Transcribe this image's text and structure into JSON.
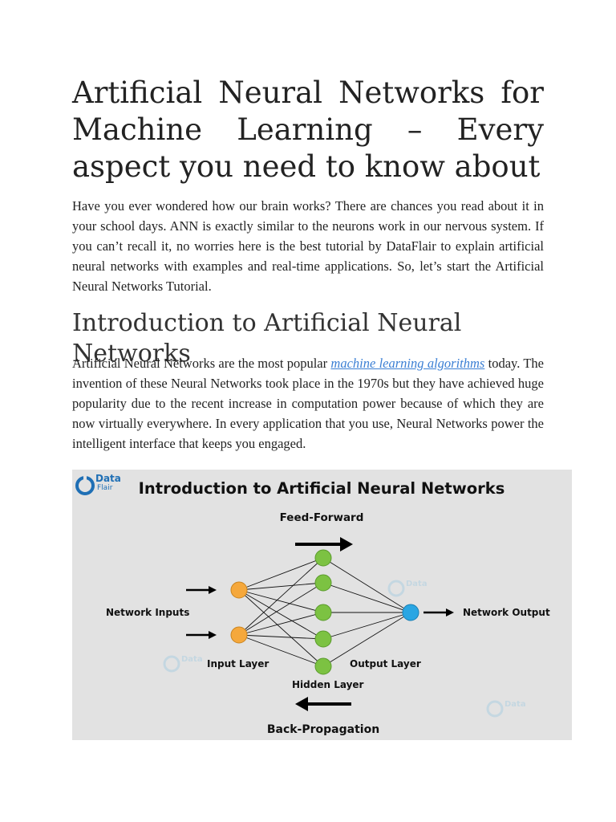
{
  "article": {
    "title": "Artificial Neural Networks for Machine Learning – Every aspect you need to know about",
    "intro": "Have you ever wondered how our brain works? There are chances you read about it in your school days. ANN is exactly similar to the neurons work in our nervous system. If you can’t recall it, no worries here is the best tutorial by DataFlair to explain artificial neural networks with examples and real-time applications. So, let’s start the Artificial Neural Networks Tutorial.",
    "section_heading": "Introduction to Artificial Neural Networks",
    "section_text_before_link": "Artificial Neural Networks are the most popular ",
    "section_link": "machine learning algorithms",
    "section_text_after_link": " today. The invention of these Neural Networks took place in the 1970s but they have achieved huge popularity due to the recent increase in computation power because of which they are now virtually everywhere. In every application that you use, Neural Networks power the intelligent interface that keeps you engaged."
  },
  "figure": {
    "title": "Introduction to Artificial Neural Networks",
    "logo_line1": "Data",
    "logo_line2": "Flair",
    "feed_forward": "Feed-Forward",
    "back_propagation": "Back-Propagation",
    "network_inputs": "Network Inputs",
    "network_output": "Network Output",
    "input_layer": "Input Layer",
    "hidden_layer": "Hidden Layer",
    "output_layer": "Output Layer",
    "colors": {
      "input_node": "#f5a83c",
      "hidden_node": "#7cc242",
      "output_node": "#2aa6e3",
      "background": "#e2e2e2"
    }
  }
}
